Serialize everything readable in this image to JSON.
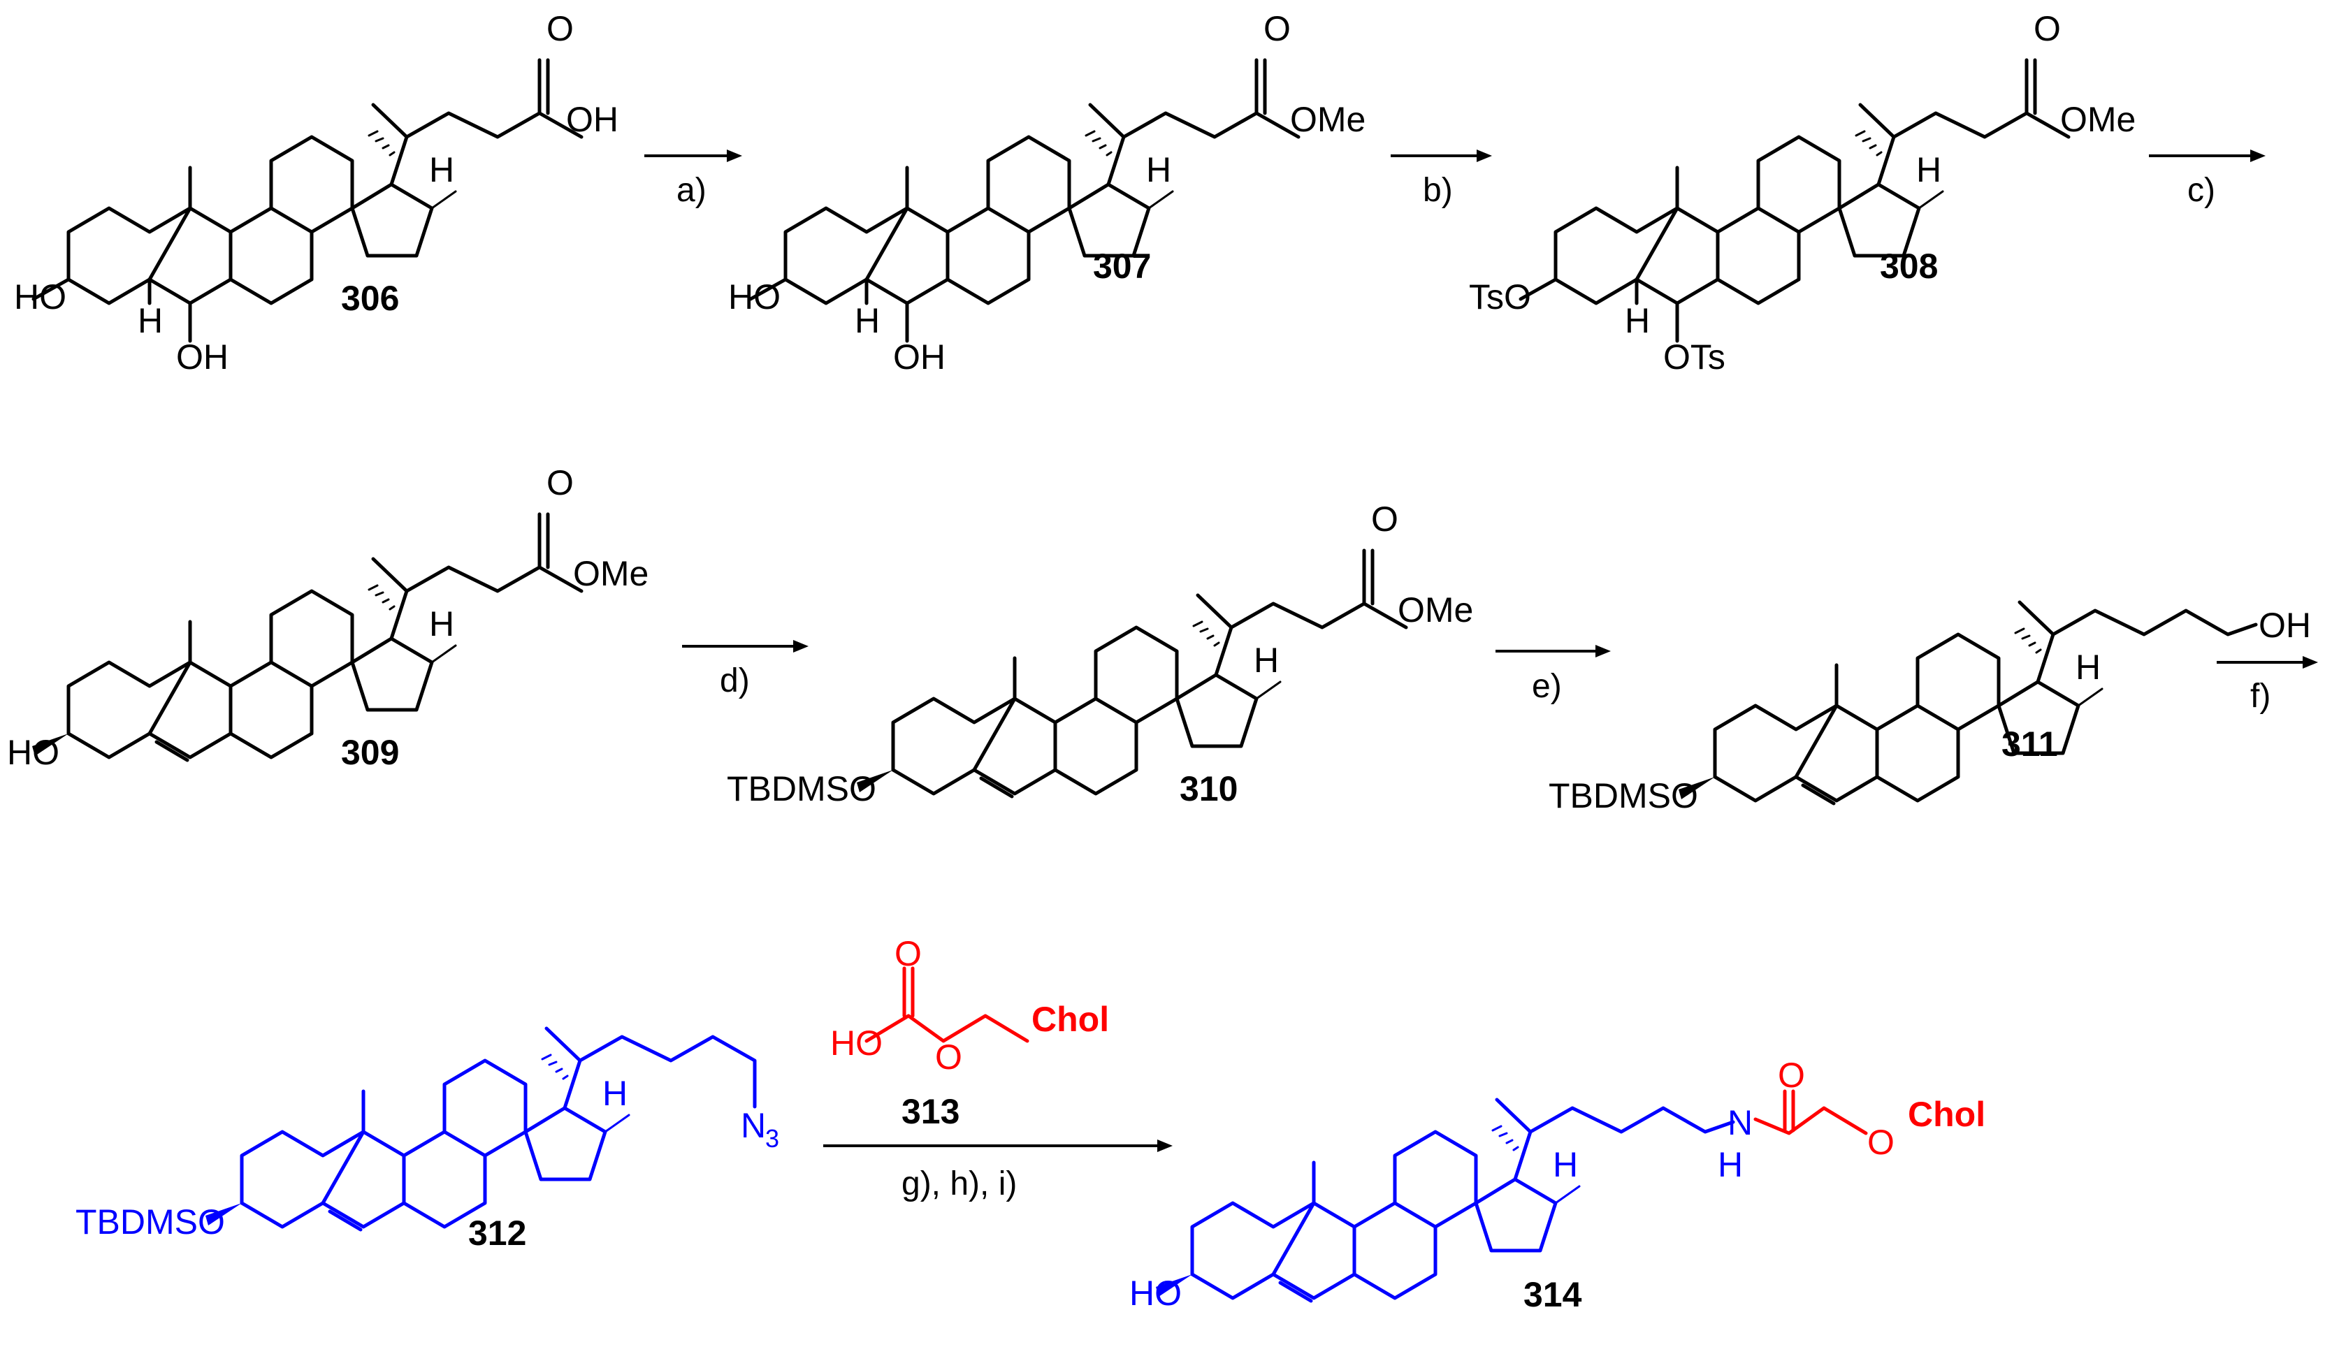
{
  "colors": {
    "black": "#000000",
    "blue": "#0000ff",
    "red": "#ff0000"
  },
  "compounds": [
    {
      "id": "306",
      "number": "306",
      "substituents": {
        "acid": "OH",
        "c3": "HO",
        "c5": "H",
        "c6": "OH",
        "c17": "H"
      }
    },
    {
      "id": "307",
      "number": "307",
      "substituents": {
        "ester": "OMe",
        "c3": "HO",
        "c5": "H",
        "c6": "OH",
        "c17": "H"
      }
    },
    {
      "id": "308",
      "number": "308",
      "substituents": {
        "ester": "OMe",
        "c3": "TsO",
        "c5": "H",
        "c6": "OTs",
        "c17": "H"
      }
    },
    {
      "id": "309",
      "number": "309",
      "substituents": {
        "ester": "OMe",
        "c3": "HO",
        "c17": "H"
      }
    },
    {
      "id": "310",
      "number": "310",
      "substituents": {
        "ester": "OMe",
        "c3": "TBDMSO",
        "c17": "H"
      }
    },
    {
      "id": "311",
      "number": "311",
      "substituents": {
        "tail": "OH",
        "c3": "TBDMSO",
        "c17": "H"
      }
    },
    {
      "id": "312",
      "number": "312",
      "substituents": {
        "tail_main": "N",
        "tail_sub": "3",
        "c3": "TBDMSO",
        "c17": "H"
      }
    },
    {
      "id": "313",
      "number": "313",
      "substituents": {
        "acid": "HO",
        "ether": "O",
        "chol": "Chol",
        "carbonyl": "O"
      }
    },
    {
      "id": "314",
      "number": "314",
      "substituents": {
        "amide_n": "N",
        "amide_h": "H",
        "c3": "HO",
        "c17": "H",
        "ether": "O",
        "chol": "Chol",
        "carbonyl": "O"
      }
    }
  ],
  "conditions": {
    "a": "a)",
    "b": "b)",
    "c": "c)",
    "d": "d)",
    "e": "e)",
    "f": "f)",
    "ghi": "g), h), i)"
  }
}
